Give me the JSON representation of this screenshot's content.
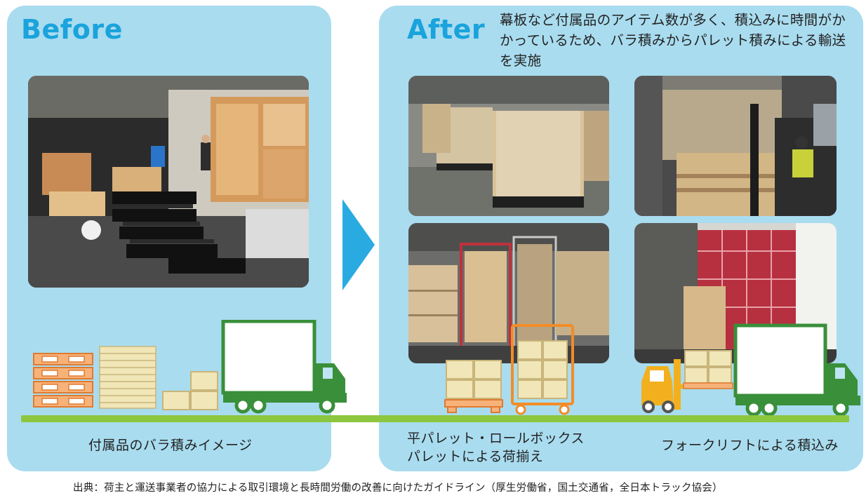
{
  "before": {
    "heading": "Before",
    "caption": "付属品のバラ積みイメージ"
  },
  "after": {
    "heading": "After",
    "description": "幕板など付属品のアイテム数が多く、積込みに時間がかかっているため、バラ積みからパレット積みによる輸送を実施",
    "caption_pallet_line1": "平パレット・ロールボックス",
    "caption_pallet_line2": "パレットによる荷揃え",
    "caption_forklift": "フォークリフトによる積込み"
  },
  "source": "出典：荷主と運送事業者の協力による取引環境と長時間労働の改善に向けたガイドライン（厚生労働省，国土交通省，全日本トラック協会）",
  "colors": {
    "panel_bg": "#a9dcef",
    "heading": "#1aa3dc",
    "arrow": "#29abe2",
    "ground": "#8dc63f",
    "truck": "#3a8f3a",
    "pallet": "#f4a460",
    "box": "#f1e6b8",
    "forklift": "#f2b01e"
  },
  "icons": [
    "right-arrow-icon",
    "truck-icon",
    "pallet-icon",
    "forklift-icon",
    "roll-box-pallet-icon",
    "cardboard-box-icon"
  ]
}
